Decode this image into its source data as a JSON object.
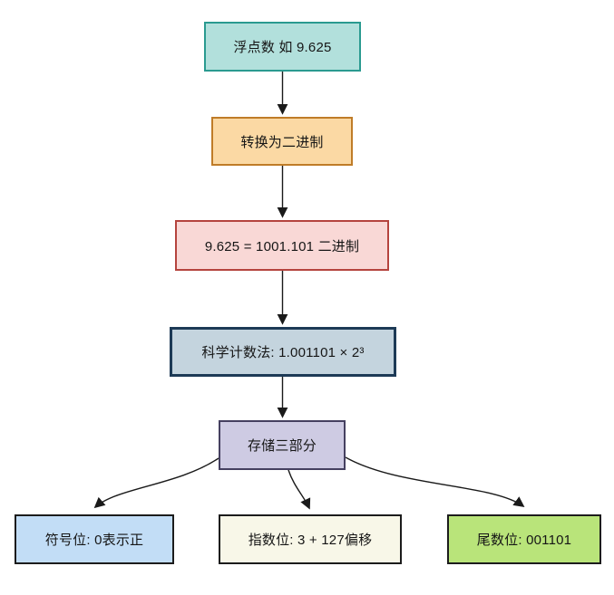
{
  "nodes": [
    {
      "id": "float",
      "label": "浮点数 如 9.625",
      "fill": "#b2e0dc",
      "border": "#2a9a90"
    },
    {
      "id": "convert",
      "label": "转换为二进制",
      "fill": "#fbd9a4",
      "border": "#bf7c28"
    },
    {
      "id": "binary",
      "label": "9.625 = 1001.101 二进制",
      "fill": "#f9d8d6",
      "border": "#b5443e"
    },
    {
      "id": "scientific",
      "label": "科学计数法: 1.001101 × 2³",
      "fill": "#c4d4de",
      "border": "#1d3a56"
    },
    {
      "id": "store",
      "label": "存储三部分",
      "fill": "#cecbe3",
      "border": "#454060"
    },
    {
      "id": "sign",
      "label": "符号位: 0表示正",
      "fill": "#c2ddf6",
      "border": "#1c1c1c"
    },
    {
      "id": "exponent",
      "label": "指数位: 3 + 127偏移",
      "fill": "#f8f7e8",
      "border": "#1c1c1c"
    },
    {
      "id": "mantissa",
      "label": "尾数位: 001101",
      "fill": "#b9e47a",
      "border": "#1c1c1c"
    }
  ],
  "edges": [
    {
      "from": "float",
      "to": "convert"
    },
    {
      "from": "convert",
      "to": "binary"
    },
    {
      "from": "binary",
      "to": "scientific"
    },
    {
      "from": "scientific",
      "to": "store"
    },
    {
      "from": "store",
      "to": "sign"
    },
    {
      "from": "store",
      "to": "exponent"
    },
    {
      "from": "store",
      "to": "mantissa"
    }
  ],
  "colors": {
    "background": "#ffffff",
    "line": "#1a1a1a"
  }
}
